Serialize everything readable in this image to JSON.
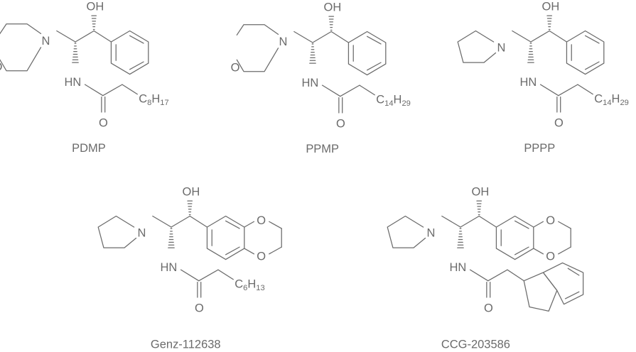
{
  "compounds": [
    {
      "name": "PDMP",
      "amine": "N",
      "hetero": "O",
      "hydroxyl": "OH",
      "amide_n": "HN",
      "carbonyl_o": "O",
      "tail_c": "C",
      "tail_c_sub": "8",
      "tail_h": "H",
      "tail_h_sub": "17"
    },
    {
      "name": "PPMP",
      "amine": "N",
      "hetero": "O",
      "hydroxyl": "OH",
      "amide_n": "HN",
      "carbonyl_o": "O",
      "tail_c": "C",
      "tail_c_sub": "14",
      "tail_h": "H",
      "tail_h_sub": "29"
    },
    {
      "name": "PPPP",
      "amine": "N",
      "hydroxyl": "OH",
      "amide_n": "HN",
      "carbonyl_o": "O",
      "tail_c": "C",
      "tail_c_sub": "14",
      "tail_h": "H",
      "tail_h_sub": "29"
    },
    {
      "name": "Genz-112638",
      "amine": "N",
      "hydroxyl": "OH",
      "amide_n": "HN",
      "carbonyl_o": "O",
      "dioxane_o1": "O",
      "dioxane_o2": "O",
      "tail_c": "C",
      "tail_c_sub": "6",
      "tail_h": "H",
      "tail_h_sub": "13"
    },
    {
      "name": "CCG-203586",
      "amine": "N",
      "hydroxyl": "OH",
      "amide_n": "HN",
      "carbonyl_o": "O",
      "dioxane_o1": "O",
      "dioxane_o2": "O"
    }
  ]
}
